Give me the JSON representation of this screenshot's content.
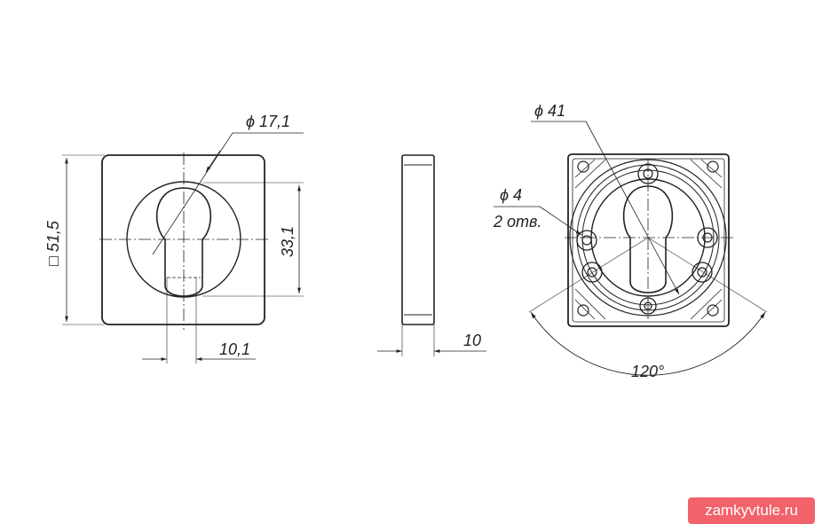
{
  "dimensions": {
    "square_size": "□ 51,5",
    "hole_diameter": "ϕ 17,1",
    "height": "33,1",
    "offset": "10,1",
    "thickness": "10",
    "outer_diameter": "ϕ 41",
    "screw_hole": "ϕ 4",
    "screw_count": "2 отв.",
    "angle": "120°"
  },
  "watermark": "zamkyvtule.ru"
}
